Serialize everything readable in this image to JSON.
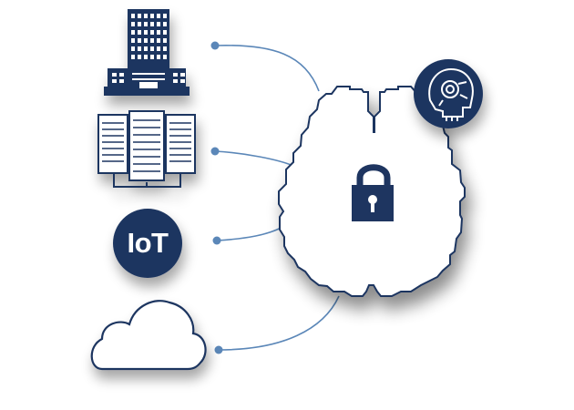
{
  "colors": {
    "navy": "#1e3560",
    "connector": "#5b87b8",
    "outline": "#1e3560",
    "fill": "#ffffff"
  },
  "sources": [
    {
      "name": "office-building",
      "icon": "building-icon"
    },
    {
      "name": "server-rack",
      "icon": "server-icon"
    },
    {
      "name": "iot-device",
      "icon": "iot-icon",
      "label": "IoT"
    },
    {
      "name": "cloud",
      "icon": "cloud-icon"
    }
  ],
  "center": {
    "icon": "brain-icon",
    "overlay_icon": "padlock-icon"
  },
  "badge": {
    "icon": "ai-robot-head-icon"
  }
}
